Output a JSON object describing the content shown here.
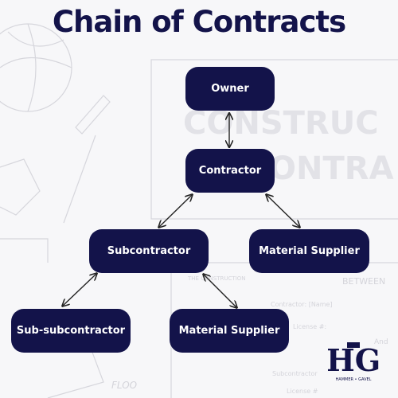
{
  "title": "Chain of Contracts",
  "nodes": {
    "owner": "Owner",
    "contractor": "Contractor",
    "subcontractor": "Subcontractor",
    "material_supplier_1": "Material Supplier",
    "sub_subcontractor": "Sub-subcontractor",
    "material_supplier_2": "Material Supplier"
  },
  "background": {
    "text_construction": "CONSTRUC",
    "text_contract": "ONTRA",
    "text_between": "BETWEEN",
    "text_contractor_name": "Contractor: [Name]",
    "text_license": "License #:",
    "text_subcontractor": "Subcontractor",
    "text_license2": "License #",
    "text_the_construction": "THE CONSTRUCTION",
    "text_and": "And",
    "text_floor": "FLOO"
  },
  "logo": {
    "letters": "HG",
    "tagline": "HAMMER • GAVEL"
  },
  "colors": {
    "primary": "#13134a",
    "node_text": "#ffffff",
    "arrow": "#222222"
  }
}
